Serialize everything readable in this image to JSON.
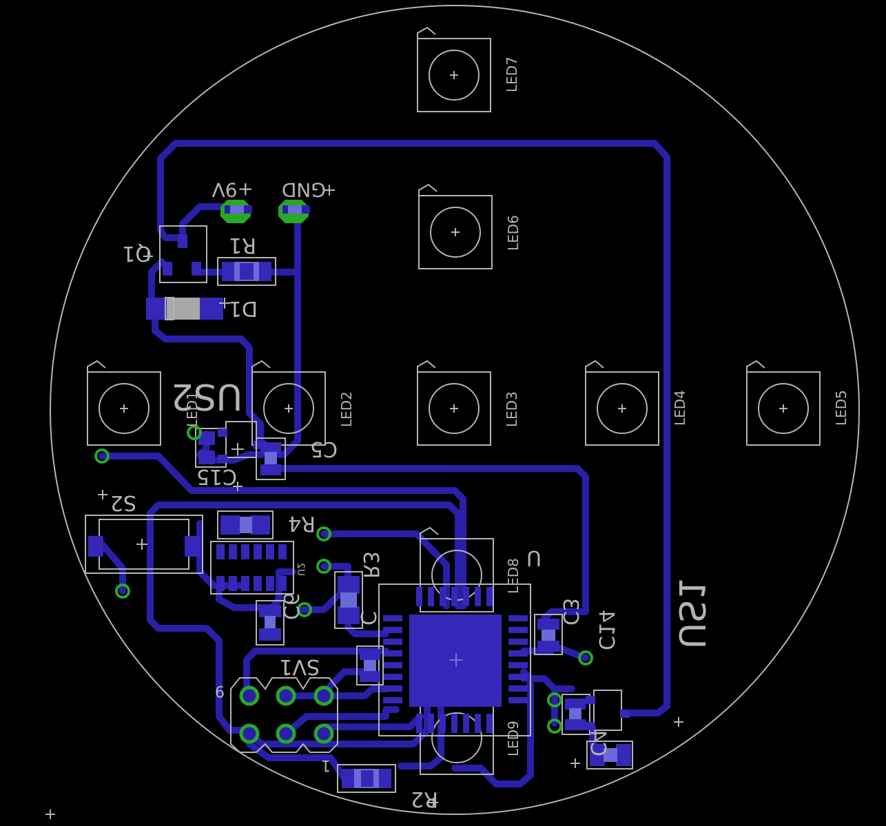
{
  "board": {
    "labels": {
      "led2": "LED2",
      "led3": "LED3",
      "led4": "LED4",
      "led5": "LED5",
      "led6": "LED6",
      "led7": "LED7",
      "led8": "LED8",
      "led9": "LED9",
      "led1": "LED1",
      "vplus": "+9V",
      "gnd": "GND",
      "r1": "R1",
      "r2": "R2",
      "r3": "R3",
      "r4": "R4",
      "q1": "Q1",
      "d1": "D1",
      "c3": "C3",
      "c4": "C4",
      "c5": "C5",
      "c6": "C6",
      "c14": "C14",
      "c15": "C15",
      "s2": "S2",
      "sv1": "SV1",
      "us1": "US1",
      "us2": "US2",
      "u": "U",
      "u2": "U2",
      "c": "C",
      "one": "1",
      "nine": "9"
    },
    "colors": {
      "background": "#000000",
      "trace": "#2a1fa8",
      "silkscreen": "#b4b4b4",
      "via": "#28a828"
    }
  }
}
